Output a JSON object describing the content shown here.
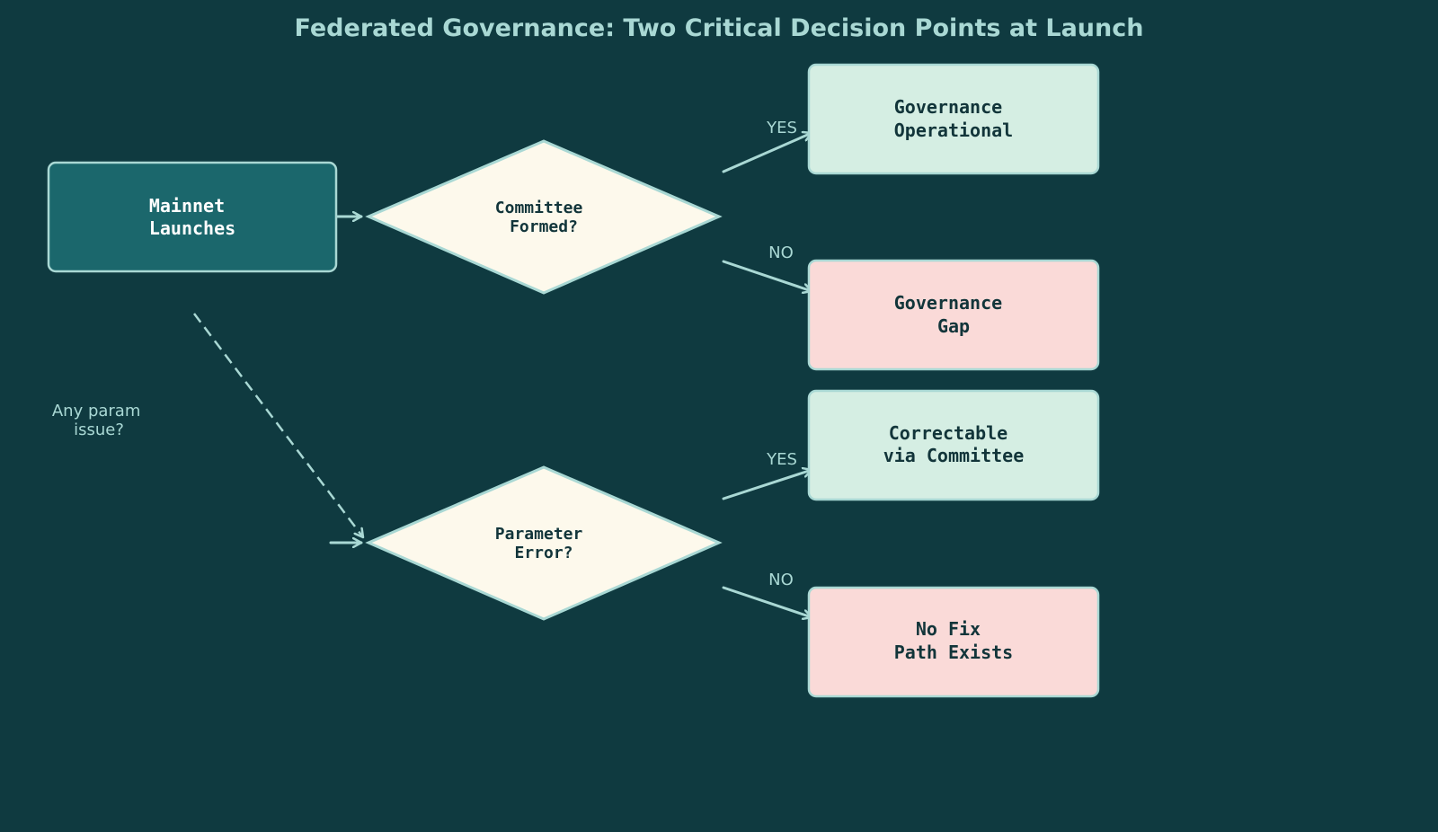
{
  "title": "Federated Governance: Two Critical Decision Points at Launch",
  "colors": {
    "background": "#0f3a40",
    "start_fill": "#1b676c",
    "decision_fill": "#fdf9ec",
    "positive_fill": "#d5eee3",
    "negative_fill": "#fadad8",
    "stroke": "#a9d8d4",
    "dark_text": "#12353a",
    "light_text": "#ffffff"
  },
  "nodes": {
    "start": {
      "lines": [
        "Mainnet",
        "Launches"
      ]
    },
    "decision_committee": {
      "lines": [
        "Committee",
        "Formed?"
      ]
    },
    "decision_parameter": {
      "lines": [
        "Parameter",
        "Error?"
      ]
    },
    "outcome_operational": {
      "lines": [
        "Governance",
        "Operational"
      ]
    },
    "outcome_gap": {
      "lines": [
        "Governance",
        "Gap"
      ]
    },
    "outcome_correctable": {
      "lines": [
        "Correctable",
        "via Committee"
      ]
    },
    "outcome_nofix": {
      "lines": [
        "No Fix",
        "Path Exists"
      ]
    }
  },
  "edge_labels": {
    "committee_yes": "YES",
    "committee_no": "NO",
    "parameter_yes": "YES",
    "parameter_no": "NO",
    "param_issue": [
      "Any param",
      "issue?"
    ]
  }
}
